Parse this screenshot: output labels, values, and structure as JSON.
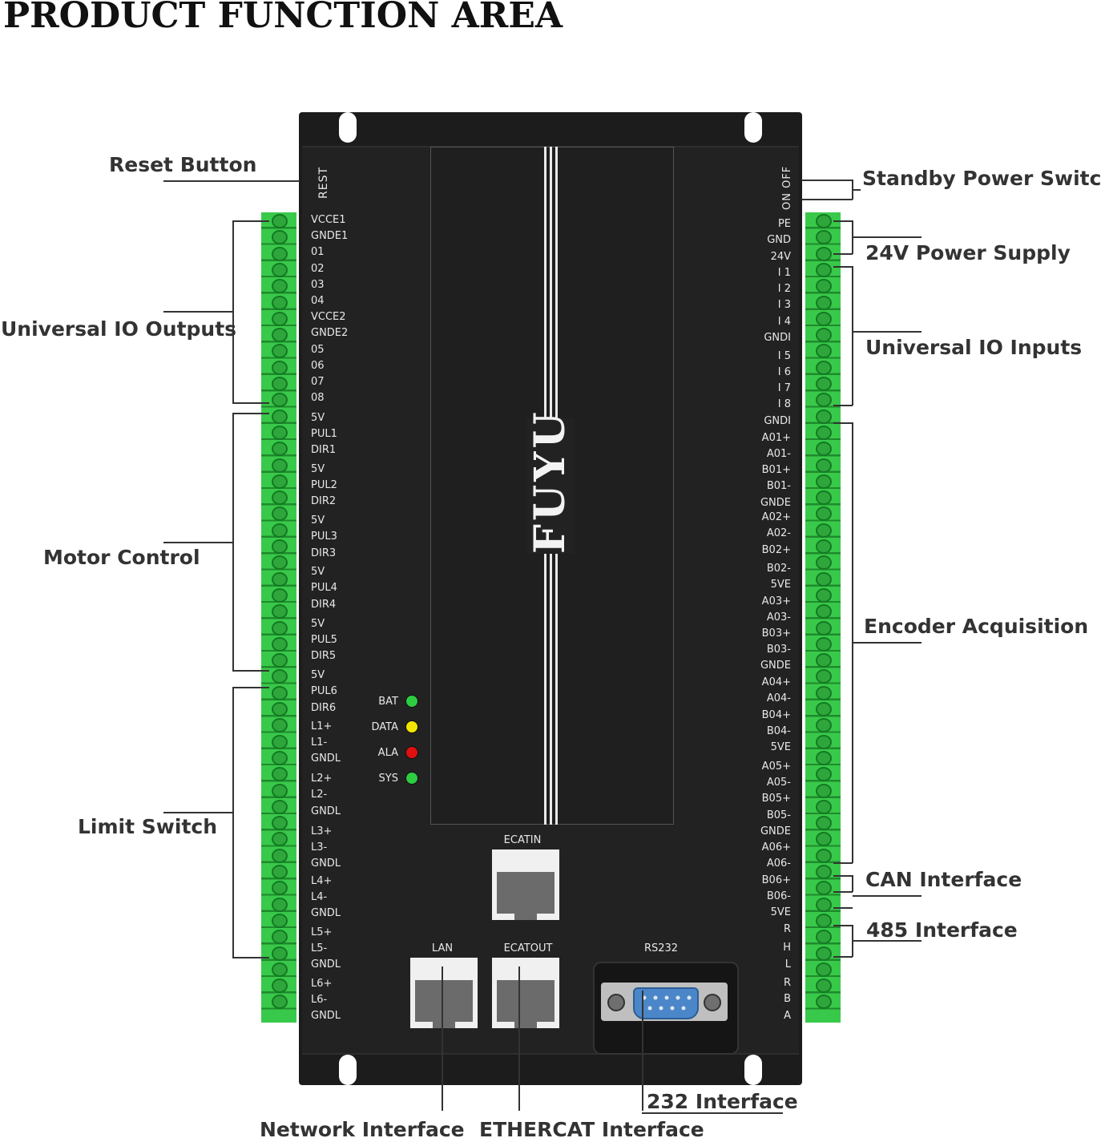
{
  "title": "PRODUCT FUNCTION AREA",
  "logo": "FUYU",
  "callouts": {
    "reset_button": "Reset Button",
    "universal_io_outputs": "Universal IO Outputs",
    "motor_control": "Motor Control",
    "limit_switch": "Limit Switch",
    "standby_power_switch": "Standby Power Switch",
    "power_supply": "24V Power Supply",
    "universal_io_inputs": "Universal IO Inputs",
    "encoder_acquisition": "Encoder Acquisition",
    "can_interface": "CAN Interface",
    "rs485_interface": "485 Interface",
    "rs232_interface": "232 Interface",
    "network_interface": "Network Interface",
    "ethercat_interface": "ETHERCAT Interface"
  },
  "switches": {
    "reset": "REST",
    "on_off": "ON OFF"
  },
  "left_pins": [
    "VCCE1",
    "GNDE1",
    "01",
    "02",
    "03",
    "04",
    "VCCE2",
    "GNDE2",
    "05",
    "06",
    "07",
    "08",
    "5V",
    "PUL1",
    "DIR1",
    "5V",
    "PUL2",
    "DIR2",
    "5V",
    "PUL3",
    "DIR3",
    "5V",
    "PUL4",
    "DIR4",
    "5V",
    "PUL5",
    "DIR5",
    "5V",
    "PUL6",
    "DIR6",
    "L1+",
    "L1-",
    "GNDL",
    "L2+",
    "L2-",
    "GNDL",
    "L3+",
    "L3-",
    "GNDL",
    "L4+",
    "L4-",
    "GNDL",
    "L5+",
    "L5-",
    "GNDL",
    "L6+",
    "L6-",
    "GNDL"
  ],
  "right_pins": [
    "PE",
    "GND",
    "24V",
    "I 1",
    "I 2",
    "I 3",
    "I 4",
    "GNDI",
    "I 5",
    "I 6",
    "I 7",
    "I 8",
    "GNDI",
    "A01+",
    "A01-",
    "B01+",
    "B01-",
    "GNDE",
    "A02+",
    "A02-",
    "B02+",
    "B02-",
    "5VE",
    "A03+",
    "A03-",
    "B03+",
    "B03-",
    "GNDE",
    "A04+",
    "A04-",
    "B04+",
    "B04-",
    "5VE",
    "A05+",
    "A05-",
    "B05+",
    "B05-",
    "GNDE",
    "A06+",
    "A06-",
    "B06+",
    "B06-",
    "5VE",
    "R",
    "H",
    "L",
    "R",
    "B",
    "A"
  ],
  "leds": [
    {
      "label": "BAT",
      "color": "#2ecc40"
    },
    {
      "label": "DATA",
      "color": "#f2e600"
    },
    {
      "label": "ALA",
      "color": "#e01010"
    },
    {
      "label": "SYS",
      "color": "#2ecc40"
    }
  ],
  "ports": {
    "ecatin": "ECATIN",
    "lan": "LAN",
    "ecatout": "ECATOUT",
    "rs232": "RS232"
  }
}
